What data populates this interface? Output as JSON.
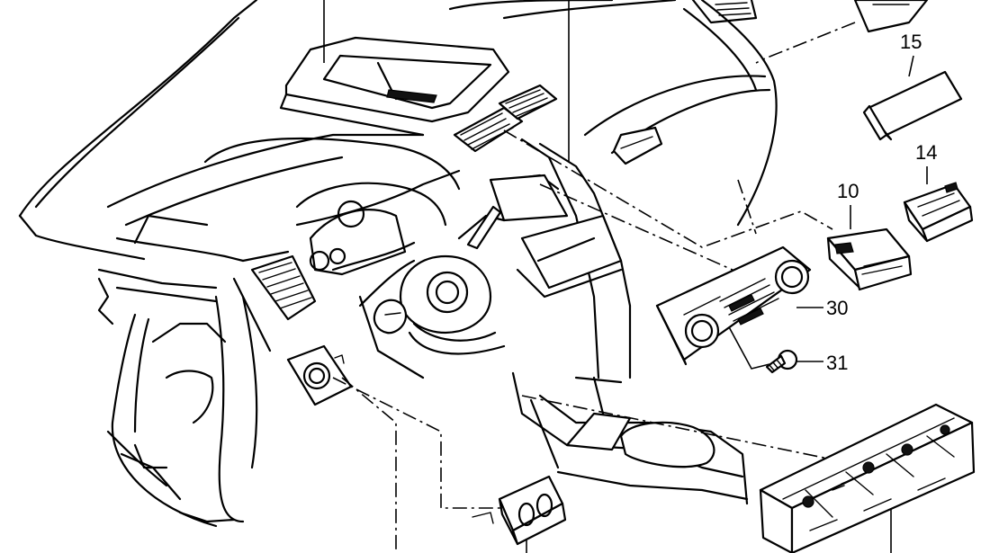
{
  "callouts": {
    "c15": "15",
    "c14": "14",
    "c10": "10",
    "c30": "30",
    "c31": "31"
  },
  "colors": {
    "line": "#000000",
    "background": "#ffffff"
  }
}
